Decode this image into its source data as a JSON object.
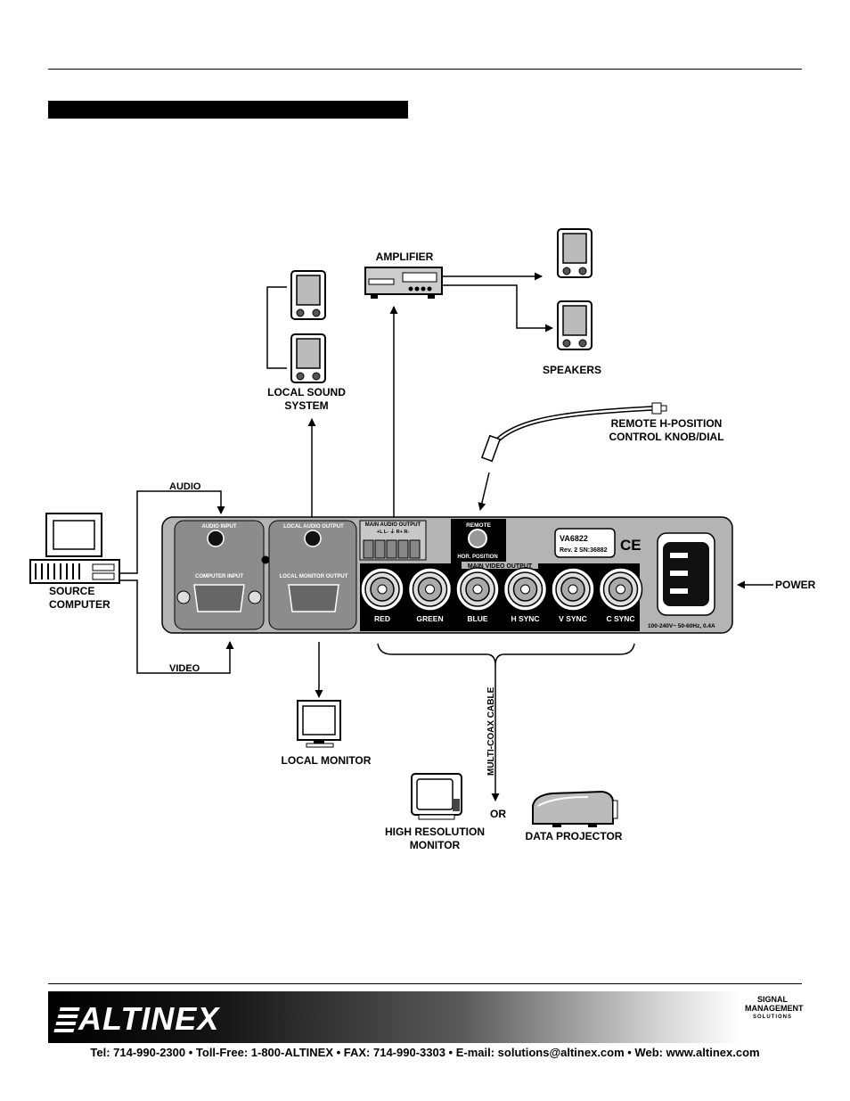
{
  "labels": {
    "amplifier": "AMPLIFIER",
    "speakers": "SPEAKERS",
    "local_sound_1": "LOCAL SOUND",
    "local_sound_2": "SYSTEM",
    "remote_1": "REMOTE H-POSITION",
    "remote_2": "CONTROL KNOB/DIAL",
    "audio": "AUDIO",
    "video": "VIDEO",
    "source_1": "SOURCE",
    "source_2": "COMPUTER",
    "power": "POWER",
    "local_monitor": "LOCAL MONITOR",
    "multi_coax": "MULTI-COAX  CABLE",
    "or": "OR",
    "hires_1": "HIGH RESOLUTION",
    "hires_2": "MONITOR",
    "projector": "DATA PROJECTOR"
  },
  "panel": {
    "audio_input": "AUDIO INPUT",
    "computer_input": "COMPUTER INPUT",
    "local_audio_output": "LOCAL AUDIO  OUTPUT",
    "local_monitor_output": "LOCAL MONITOR OUTPUT",
    "main_audio_output": "MAIN AUDIO OUTPUT",
    "terminal_labels": "+L  L-  ⏚  R+  R-",
    "remote": "REMOTE",
    "hor_position": "HOR. POSITION",
    "main_video_output": "MAIN  VIDEO OUTPUT",
    "bnc_labels": [
      "RED",
      "GREEN",
      "BLUE",
      "H SYNC",
      "V SYNC",
      "C SYNC"
    ],
    "model": "VA6822",
    "rev": "Rev. 2  SN:36882",
    "ce": "CE",
    "power_rating": "100-240V~ 50-60Hz, 0.4A"
  },
  "footer": {
    "logo": "ALTINEX",
    "signal_1": "SIGNAL",
    "signal_2": "MANAGEMENT",
    "signal_3": "SOLUTIONS",
    "contact": "Tel: 714-990-2300 • Toll-Free: 1-800-ALTINEX • FAX: 714-990-3303 • E-mail: solutions@altinex.com • Web: www.altinex.com"
  }
}
